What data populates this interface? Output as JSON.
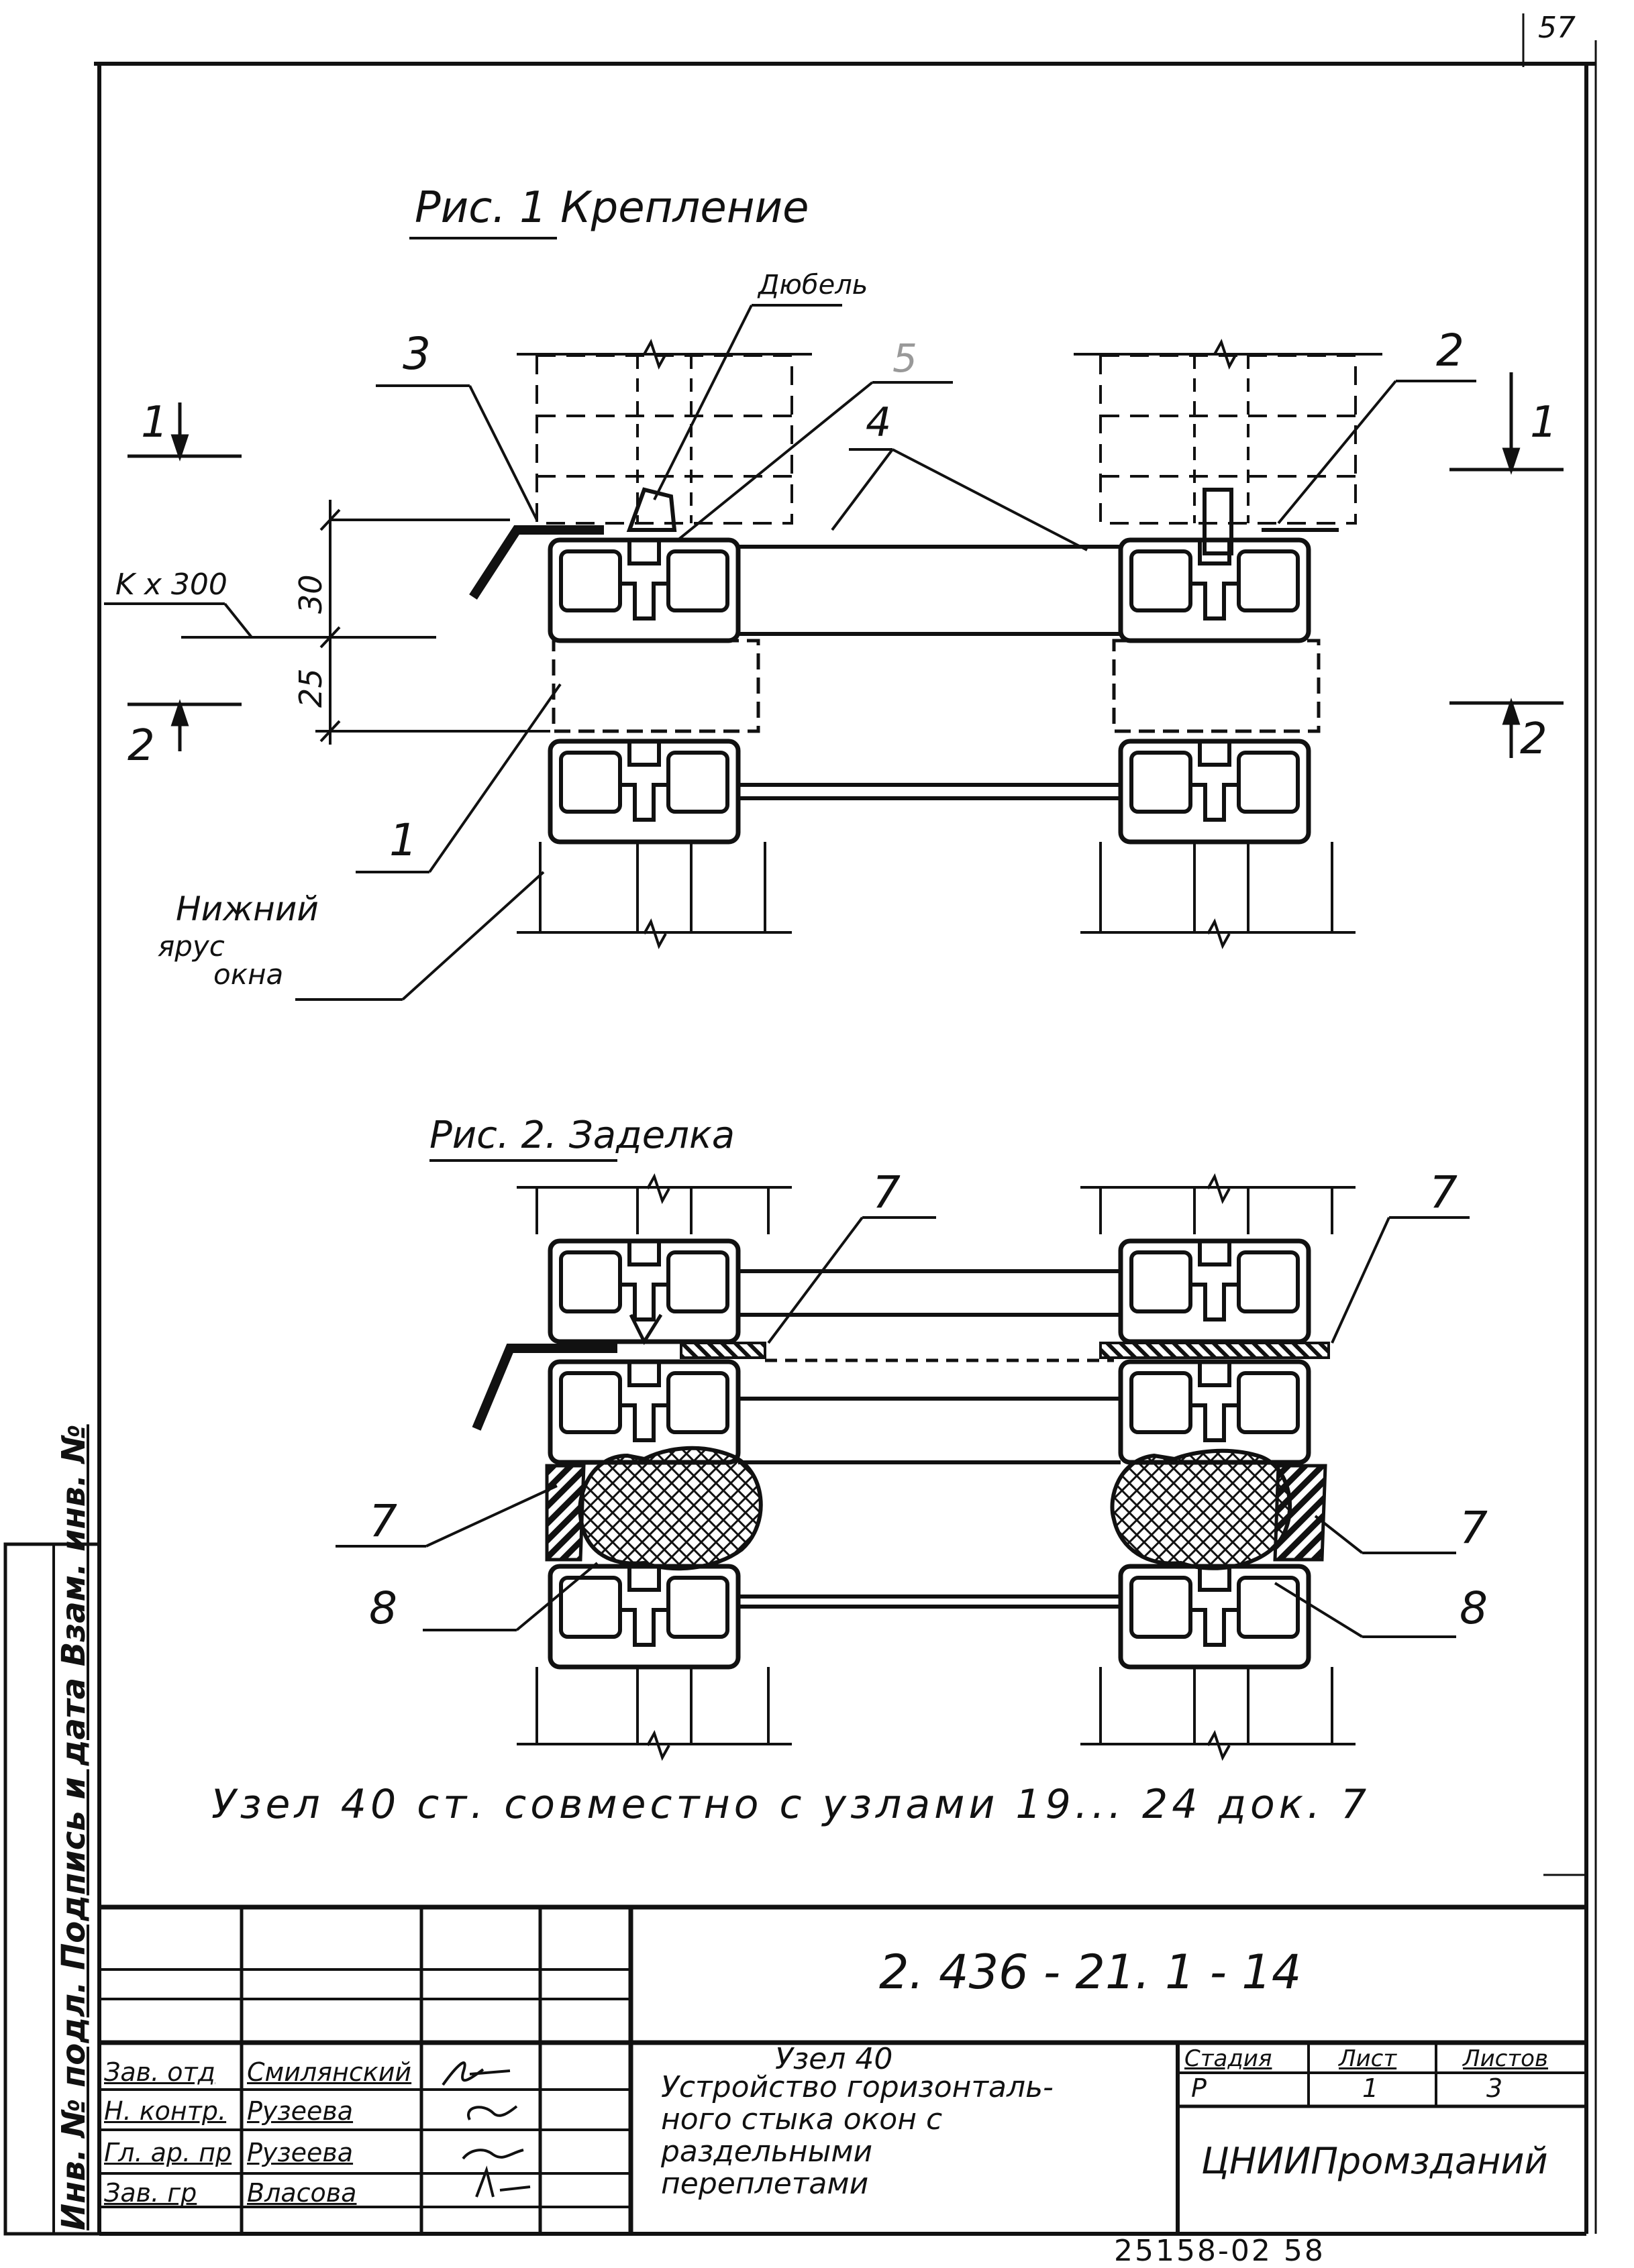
{
  "page_number": "57",
  "figure1": {
    "title": "Рис. 1 Крепление",
    "label_dowels": "Дюбель",
    "label_faint": "5",
    "label_dim": "K x 300",
    "dim_30": "30",
    "dim_25": "25",
    "section_1": "1",
    "section_2": "2",
    "callout_1": "1",
    "callout_2": "2",
    "callout_3": "3",
    "callout_4": "4",
    "note_lower_tier": [
      "Нижний",
      "ярус",
      "окна"
    ]
  },
  "figure2": {
    "title": "Рис. 2. Заделка",
    "callout_7": "7",
    "callout_8": "8"
  },
  "caption": "Узел 40 ст. совместно с узлами 19... 24 док. 7",
  "side_stamp": "Инв. № подл. Подпись и дата Взам. инв. №",
  "title_block": {
    "doc_code": "2. 436 - 21. 1 - 14",
    "node_title": "Узел 40",
    "description": [
      "Устройство горизонталь-",
      "ного стыка окон с",
      "раздельными",
      "переплетами"
    ],
    "col_stage": "Стадия",
    "col_sheet": "Лист",
    "col_sheets": "Листов",
    "stage": "Р",
    "sheet": "1",
    "sheets": "3",
    "organization": "ЦНИИПромзданий",
    "signers": [
      {
        "role": "Зав. отд",
        "name": "Смилянский"
      },
      {
        "role": "Н. контр.",
        "name": "Рузеева"
      },
      {
        "role": "Гл. ар. пр",
        "name": "Рузеева"
      },
      {
        "role": "Зав. гр",
        "name": "Власова"
      }
    ]
  },
  "bottom_code": "25158-02 58"
}
